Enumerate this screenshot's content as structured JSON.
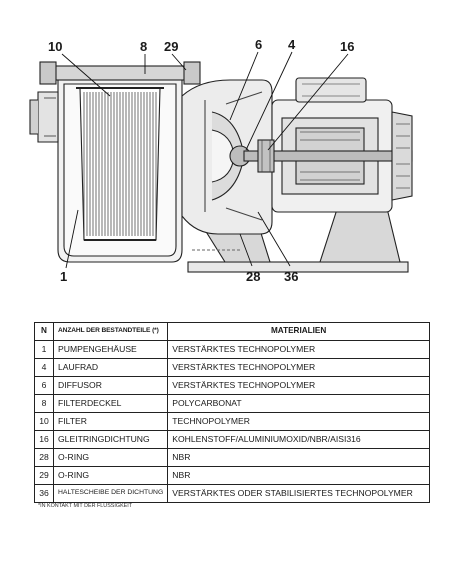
{
  "callouts": {
    "c10": "10",
    "c8": "8",
    "c29": "29",
    "c6": "6",
    "c4": "4",
    "c16": "16",
    "c1": "1",
    "c28": "28",
    "c36": "36"
  },
  "table": {
    "headers": {
      "n": "N",
      "part": "ANZAHL DER BESTANDTEILE (*)",
      "material": "MATERIALIEN"
    },
    "rows": [
      {
        "n": "1",
        "part": "PUMPENGEHÄUSE",
        "material": "VERSTÄRKTES TECHNOPOLYMER"
      },
      {
        "n": "4",
        "part": "LAUFRAD",
        "material": "VERSTÄRKTES TECHNOPOLYMER"
      },
      {
        "n": "6",
        "part": "DIFFUSOR",
        "material": "VERSTÄRKTES TECHNOPOLYMER"
      },
      {
        "n": "8",
        "part": "FILTERDECKEL",
        "material": "POLYCARBONAT"
      },
      {
        "n": "10",
        "part": "FILTER",
        "material": "TECHNOPOLYMER"
      },
      {
        "n": "16",
        "part": "GLEITRINGDICHTUNG",
        "material": "KOHLENSTOFF/ALUMINIUMOXID/NBR/AISI316"
      },
      {
        "n": "28",
        "part": "O-RING",
        "material": "NBR"
      },
      {
        "n": "29",
        "part": "O-RING",
        "material": "NBR"
      },
      {
        "n": "36",
        "part": "HALTESCHEIBE DER DICHTUNG",
        "material": "VERSTÄRKTES ODER STABILISIERTES TECHNOPOLYMER"
      }
    ]
  },
  "footnote": "*IN KONTAKT MIT DER FLÜSSIGKEIT"
}
